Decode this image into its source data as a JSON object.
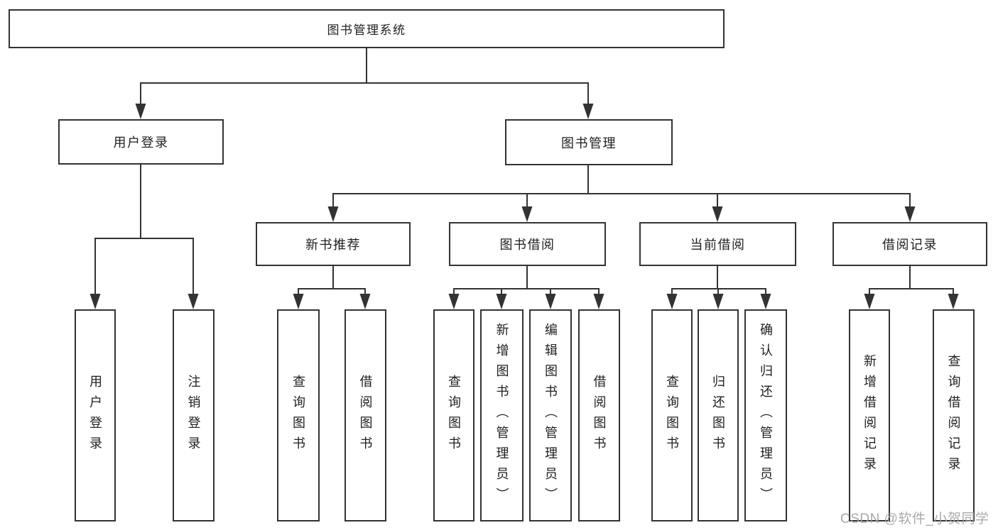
{
  "diagram": {
    "root": {
      "label": "图书管理系统"
    },
    "branches": [
      {
        "label": "用户登录",
        "children": [
          {
            "label": "用户登录"
          },
          {
            "label": "注销登录"
          }
        ]
      },
      {
        "label": "图书管理",
        "children": [
          {
            "label": "新书推荐",
            "children": [
              {
                "label": "查询图书"
              },
              {
                "label": "借阅图书"
              }
            ]
          },
          {
            "label": "图书借阅",
            "children": [
              {
                "label": "查询图书"
              },
              {
                "label": "新增图书（管理员）"
              },
              {
                "label": "编辑图书（管理员）"
              },
              {
                "label": "借阅图书"
              }
            ]
          },
          {
            "label": "当前借阅",
            "children": [
              {
                "label": "查询图书"
              },
              {
                "label": "归还图书"
              },
              {
                "label": "确认归还（管理员）"
              }
            ]
          },
          {
            "label": "借阅记录",
            "children": [
              {
                "label": "新增借阅记录"
              },
              {
                "label": "查询借阅记录"
              }
            ]
          }
        ]
      }
    ]
  },
  "watermark": {
    "text": "CSDN @软件_小贺同学"
  },
  "colors": {
    "line": "#333333",
    "box_border": "#333333",
    "text": "#1f1f1f",
    "watermark": "#a3a3a3",
    "background": "#ffffff"
  }
}
